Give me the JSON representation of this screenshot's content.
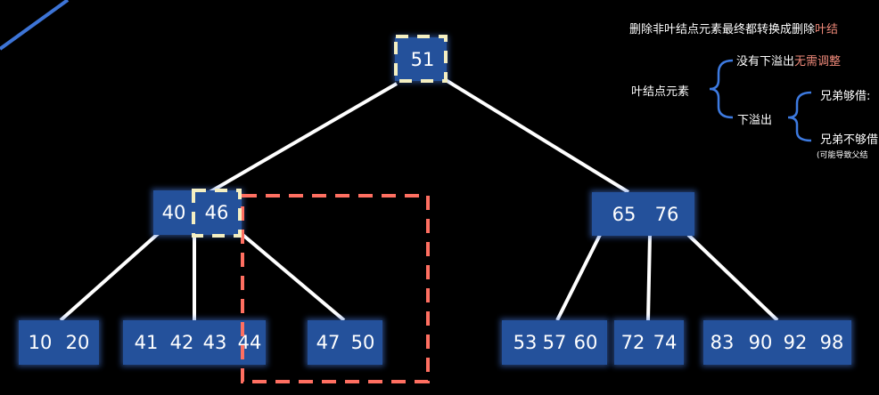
{
  "tree": {
    "root": {
      "keys": [
        "51"
      ]
    },
    "level1": [
      {
        "keys": [
          "40",
          "46"
        ]
      },
      {
        "keys": [
          "65",
          "76"
        ]
      }
    ],
    "leaves": [
      {
        "keys": [
          "10",
          "20"
        ]
      },
      {
        "keys": [
          "41",
          "42",
          "43",
          "44"
        ]
      },
      {
        "keys": [
          "47",
          "50"
        ]
      },
      {
        "keys": [
          "53",
          "57",
          "60"
        ]
      },
      {
        "keys": [
          "72",
          "74"
        ]
      },
      {
        "keys": [
          "83",
          "90",
          "92",
          "98"
        ]
      }
    ]
  },
  "notes": {
    "title_prefix": "删除非叶结点元素最终都转换成删除",
    "title_highlight": "叶结",
    "leaf_label": "叶结点元素",
    "no_underflow_prefix": "没有下溢出",
    "no_underflow_highlight": "无需调整",
    "underflow_label": "下溢出",
    "sibling_can_lend": "兄弟够借:",
    "sibling_cannot_lend": "兄弟不够借",
    "parent_note": "(可能导致父结"
  },
  "colors": {
    "node_fill": "#24519b",
    "edge": "#ffffff",
    "highlight_box": "#ff6f61",
    "key_marker": "#f4efc2",
    "brace": "#3d7ae0",
    "accent_text": "#f08a7a"
  }
}
